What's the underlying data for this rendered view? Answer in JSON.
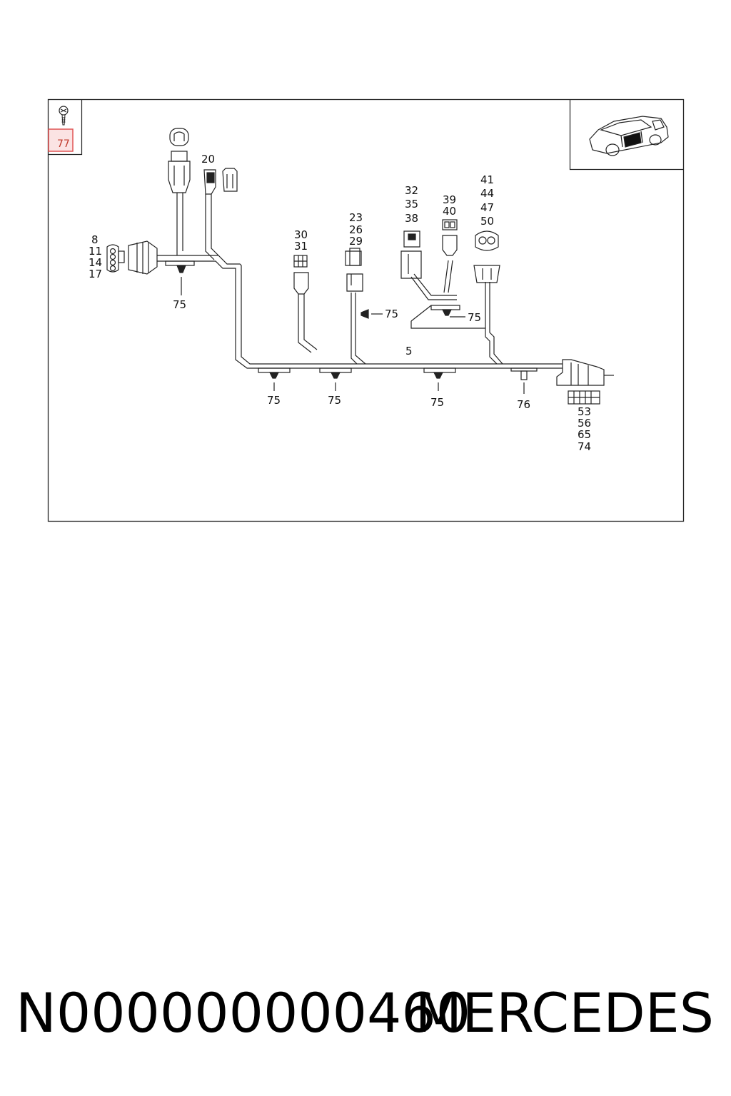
{
  "diagram": {
    "callouts": {
      "c77": "77",
      "c20": "20",
      "c8": "8",
      "c11": "11",
      "c14": "14",
      "c17": "17",
      "c75": "75",
      "c30": "30",
      "c31": "31",
      "c23": "23",
      "c26": "26",
      "c29": "29",
      "c32": "32",
      "c35": "35",
      "c38": "38",
      "c39": "39",
      "c40": "40",
      "c41": "41",
      "c44": "44",
      "c47": "47",
      "c50": "50",
      "c5": "5",
      "c76": "76",
      "c53": "53",
      "c56": "56",
      "c65": "65",
      "c74": "74"
    },
    "highlight_color": "#e05555"
  },
  "caption": {
    "part_number": "N000000000460",
    "brand": "MERCEDES"
  }
}
